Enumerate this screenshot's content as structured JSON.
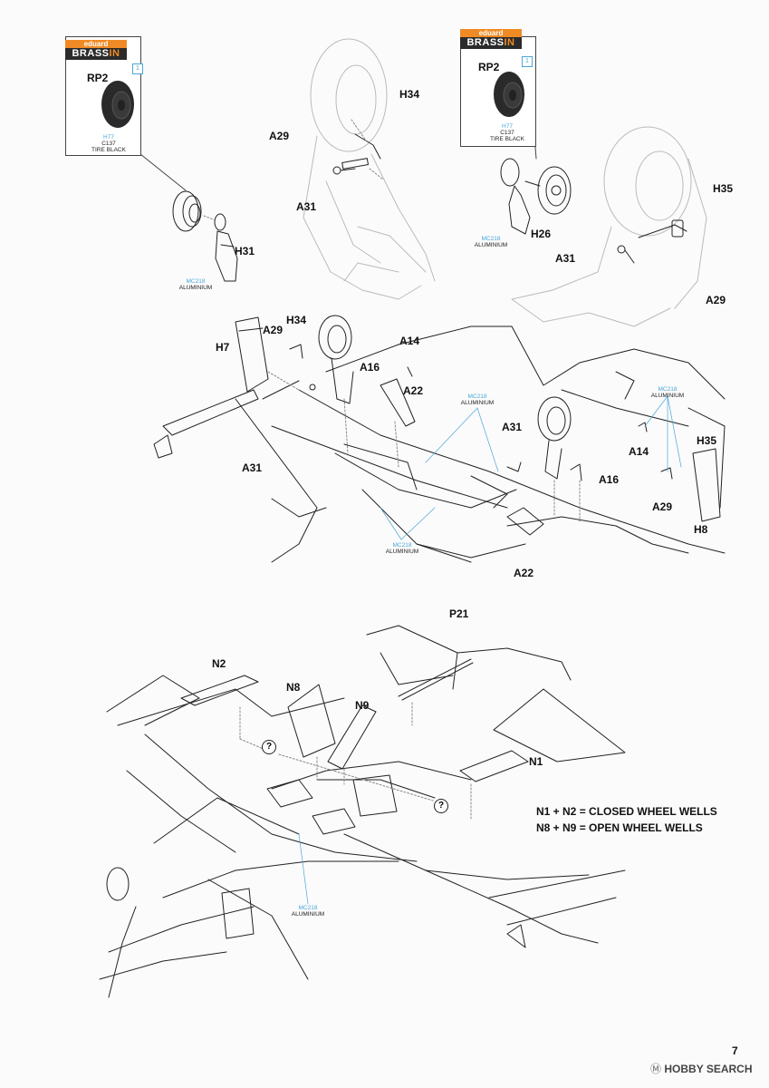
{
  "brand": {
    "logo_top": "eduard",
    "logo_bottom_main": "BRASS",
    "logo_bottom_accent": "IN",
    "accent_color": "#f08a24",
    "paint_code_color": "#4aa6d8"
  },
  "inset_left": {
    "part": "RP2",
    "step": "1",
    "paint_code": "H77",
    "paint_ref": "C137",
    "paint_name": "TIRE BLACK"
  },
  "inset_right": {
    "part": "RP2",
    "step": "1",
    "paint_code": "H77",
    "paint_ref": "C137",
    "paint_name": "TIRE BLACK"
  },
  "paints": {
    "h31_code": "MC218",
    "h31_name": "ALUMINIUM",
    "h26_code": "MC218",
    "h26_name": "ALUMINIUM",
    "mid_center_code": "MC218",
    "mid_center_name": "ALUMINIUM",
    "mid_right_code": "MC218",
    "mid_right_name": "ALUMINIUM",
    "mid_bottom_code": "MC218",
    "mid_bottom_name": "ALUMINIUM",
    "low_code": "MC218",
    "low_name": "ALUMINIUM"
  },
  "labels": {
    "h34_top": "H34",
    "a29_top": "A29",
    "a31_top": "A31",
    "h31": "H31",
    "h26": "H26",
    "h35_top": "H35",
    "a31_top_right": "A31",
    "a29_top_right": "A29",
    "h7": "H7",
    "a29_mid": "A29",
    "h34_mid": "H34",
    "a14_mid": "A14",
    "a16_mid": "A16",
    "a22_mid": "A22",
    "a31_mid_left": "A31",
    "a31_mid_center": "A31",
    "a14_right": "A14",
    "a16_right": "A16",
    "h35_right": "H35",
    "a29_right": "A29",
    "h8": "H8",
    "a22_bottom": "A22",
    "p21": "P21",
    "n2": "N2",
    "n8": "N8",
    "n9": "N9",
    "n1": "N1"
  },
  "notes": {
    "line1": "N1 + N2 = CLOSED WHEEL WELLS",
    "line2": "N8 + N9 = OPEN WHEEL WELLS",
    "question": "?"
  },
  "page_number": "7",
  "watermark": {
    "symbol": "Ⓜ",
    "brand": "HOBBY SEARCH"
  }
}
